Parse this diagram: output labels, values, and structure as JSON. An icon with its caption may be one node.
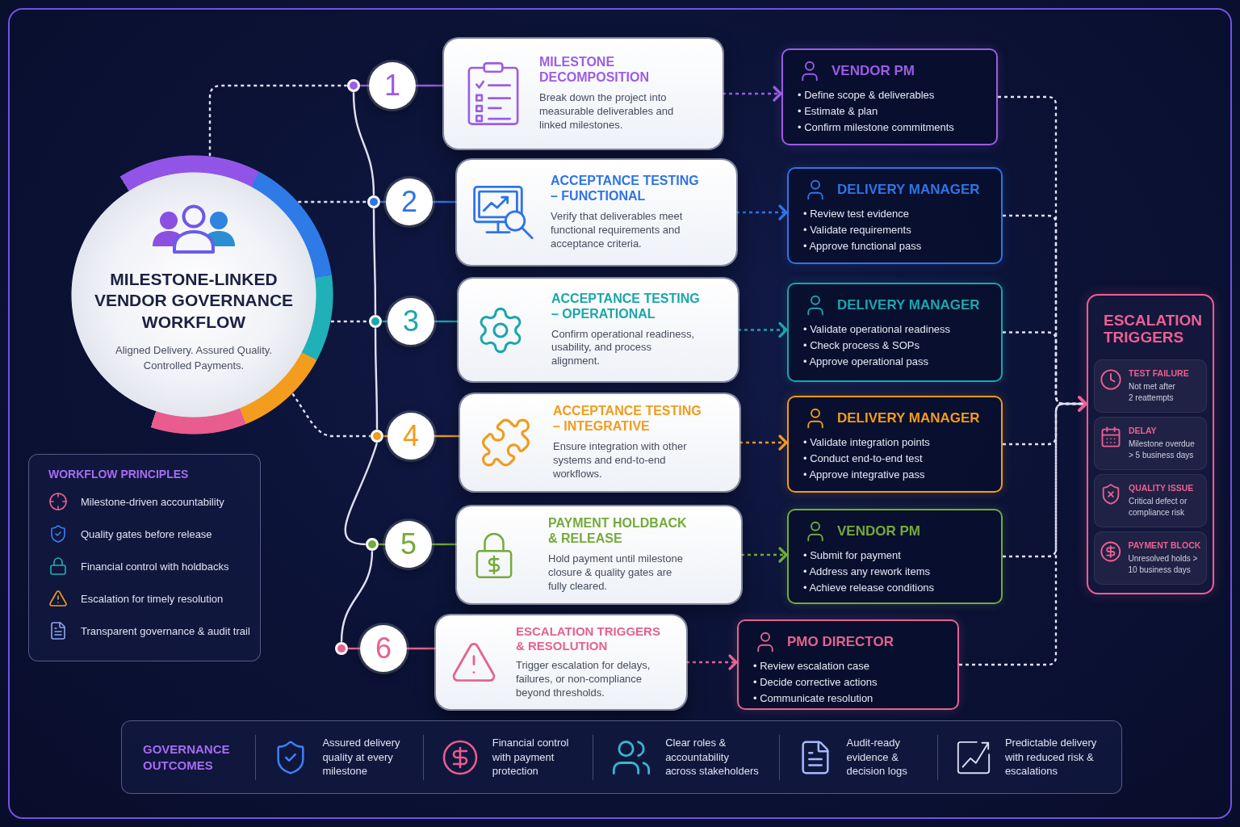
{
  "diagram": {
    "nodes": [
      {
        "text": [
          "MILESTONE-LINKED VENDOR GOVERNANCE WORKFLOW",
          "Aligned Delivery. Assured Quality. Controlled Payments."
        ]
      },
      {
        "text": [],
        "shape": "circle"
      },
      {
        "text": [
          "1"
        ]
      },
      {
        "text": [
          "MILESTONE DECOMPOSITION",
          "Break down the project into measurable deliverables and linked milestones."
        ]
      },
      {
        "text": [
          "VENDOR PM",
          "• Define scope & deliverables",
          "• Estimate & plan",
          "• Confirm milestone commitments"
        ]
      },
      {
        "text": [],
        "shape": "circle"
      },
      {
        "text": [
          "2"
        ]
      },
      {
        "text": [
          "ACCEPTANCE TESTING – FUNCTIONAL",
          "Verify that deliverables meet functional requirements and acceptance criteria."
        ]
      },
      {
        "text": [
          "DELIVERY MANAGER",
          "• Review test evidence",
          "• Validate requirements",
          "• Approve functional pass"
        ]
      },
      {
        "text": [],
        "shape": "circle"
      },
      {
        "text": [
          "3"
        ]
      },
      {
        "text": [
          "ACCEPTANCE TESTING – OPERATIONAL",
          "Confirm operational readiness, usability, and process alignment."
        ]
      },
      {
        "text": [
          "DELIVERY MANAGER",
          "• Validate operational readiness",
          "• Check process & SOPs",
          "• Approve operational pass"
        ]
      },
      {
        "text": [],
        "shape": "circle"
      },
      {
        "text": [
          "4"
        ]
      },
      {
        "text": [
          "ACCEPTANCE TESTING – INTEGRATIVE",
          "Ensure integration with other systems and end-to-end workflows."
        ]
      },
      {
        "text": [
          "DELIVERY MANAGER",
          "• Validate integration points",
          "• Conduct end-to-end test",
          "• Approve integrative pass"
        ]
      },
      {
        "text": [],
        "shape": "circle"
      },
      {
        "text": [
          "5"
        ]
      },
      {
        "text": [
          "PAYMENT HOLDBACK & RELEASE",
          "Hold payment until milestone closure & quality gates are fully cleared."
        ]
      },
      {
        "text": [
          "VENDOR PM",
          "• Submit for payment",
          "• Address any rework items",
          "• Achieve release conditions"
        ]
      },
      {
        "text": [],
        "shape": "circle"
      },
      {
        "text": [
          "6"
        ]
      },
      {
        "text": [
          "ESCALATION TRIGGERS & RESOLUTION",
          "Trigger escalation for delays, failures, or non-compliance beyond thresholds."
        ]
      },
      {
        "text": [
          "PMO DIRECTOR",
          "• Review escalation case",
          "• Decide corrective actions",
          "• Communicate resolution"
        ]
      },
      {
        "text": [
          "ESCALATION TRIGGERS"
        ]
      },
      {
        "text": [
          "TEST FAILURE",
          "Not met after 2 reattempts"
        ],
        "in": 25
      },
      {
        "text": [
          "DELAY",
          "Milestone overdue > 5 business days"
        ],
        "in": 25
      },
      {
        "text": [
          "QUALITY ISSUE",
          "Critical defect or compliance risk"
        ],
        "in": 25
      },
      {
        "text": [
          "PAYMENT BLOCK",
          "Unresolved holds > 10 business days"
        ],
        "in": 25
      },
      {
        "text": [
          "WORKFLOW PRINCIPLES",
          "Milestone-driven accountability",
          "Quality gates before release",
          "Financial control with holdbacks",
          "Escalation for timely resolution",
          "Transparent governance & audit trail"
        ]
      },
      {
        "text": [
          "GOVERNANCE OUTCOMES",
          "Assured delivery quality at every milestone",
          "Financial control with payment protection",
          "Clear roles & accountability across stakeholders",
          "Audit-ready evidence & decision logs",
          "Predictable delivery with reduced risk & escalations"
        ]
      }
    ],
    "edges": [
      {
        "from": 0,
        "to": 1,
        "arrow": "none",
        "style": "dashed"
      },
      {
        "from": 0,
        "to": 5,
        "arrow": "none",
        "style": "dashed"
      },
      {
        "from": 0,
        "to": 9,
        "arrow": "none",
        "style": "dashed"
      },
      {
        "from": 0,
        "to": 13,
        "arrow": "none",
        "style": "dashed"
      },
      {
        "from": 1,
        "to": 5,
        "arrow": "none"
      },
      {
        "from": 5,
        "to": 9,
        "arrow": "none"
      },
      {
        "from": 9,
        "to": 13,
        "arrow": "none"
      },
      {
        "from": 13,
        "to": 17,
        "arrow": "none"
      },
      {
        "from": 17,
        "to": 21,
        "arrow": "none"
      },
      {
        "from": 1,
        "to": 2,
        "arrow": "none",
        "color": "#9b5de5"
      },
      {
        "from": 2,
        "to": 3,
        "arrow": "none",
        "color": "#9b5de5"
      },
      {
        "from": 3,
        "to": 4,
        "arrow": "to",
        "style": "dashed",
        "color": "#9b5de5"
      },
      {
        "from": 5,
        "to": 6,
        "arrow": "none",
        "color": "#2f74e6"
      },
      {
        "from": 6,
        "to": 7,
        "arrow": "none",
        "color": "#2f74e6"
      },
      {
        "from": 7,
        "to": 8,
        "arrow": "to",
        "style": "dashed",
        "color": "#2f74e6"
      },
      {
        "from": 9,
        "to": 10,
        "arrow": "none",
        "color": "#1aa6ad"
      },
      {
        "from": 10,
        "to": 11,
        "arrow": "none",
        "color": "#1aa6ad"
      },
      {
        "from": 11,
        "to": 12,
        "arrow": "to",
        "style": "dashed",
        "color": "#1aa6ad"
      },
      {
        "from": 13,
        "to": 14,
        "arrow": "none",
        "color": "#f29b1c"
      },
      {
        "from": 14,
        "to": 15,
        "arrow": "none",
        "color": "#f29b1c"
      },
      {
        "from": 15,
        "to": 16,
        "arrow": "to",
        "style": "dashed",
        "color": "#f29b1c"
      },
      {
        "from": 17,
        "to": 18,
        "arrow": "none",
        "color": "#74aa3a"
      },
      {
        "from": 18,
        "to": 19,
        "arrow": "none",
        "color": "#74aa3a"
      },
      {
        "from": 19,
        "to": 20,
        "arrow": "to",
        "style": "dashed",
        "color": "#74aa3a"
      },
      {
        "from": 21,
        "to": 22,
        "arrow": "none",
        "color": "#e5628f"
      },
      {
        "from": 22,
        "to": 23,
        "arrow": "none",
        "color": "#e5628f"
      },
      {
        "from": 23,
        "to": 24,
        "arrow": "to",
        "style": "dashed",
        "color": "#e5628f"
      },
      {
        "from": 4,
        "to": 25,
        "arrow": "to",
        "style": "dashed"
      },
      {
        "from": 8,
        "to": 25,
        "arrow": "to",
        "style": "dashed"
      },
      {
        "from": 12,
        "to": 25,
        "arrow": "to",
        "style": "dashed"
      },
      {
        "from": 16,
        "to": 25,
        "arrow": "to",
        "style": "dashed"
      },
      {
        "from": 20,
        "to": 25,
        "arrow": "to",
        "style": "dashed"
      },
      {
        "from": 24,
        "to": 25,
        "arrow": "to",
        "style": "dashed"
      }
    ]
  }
}
